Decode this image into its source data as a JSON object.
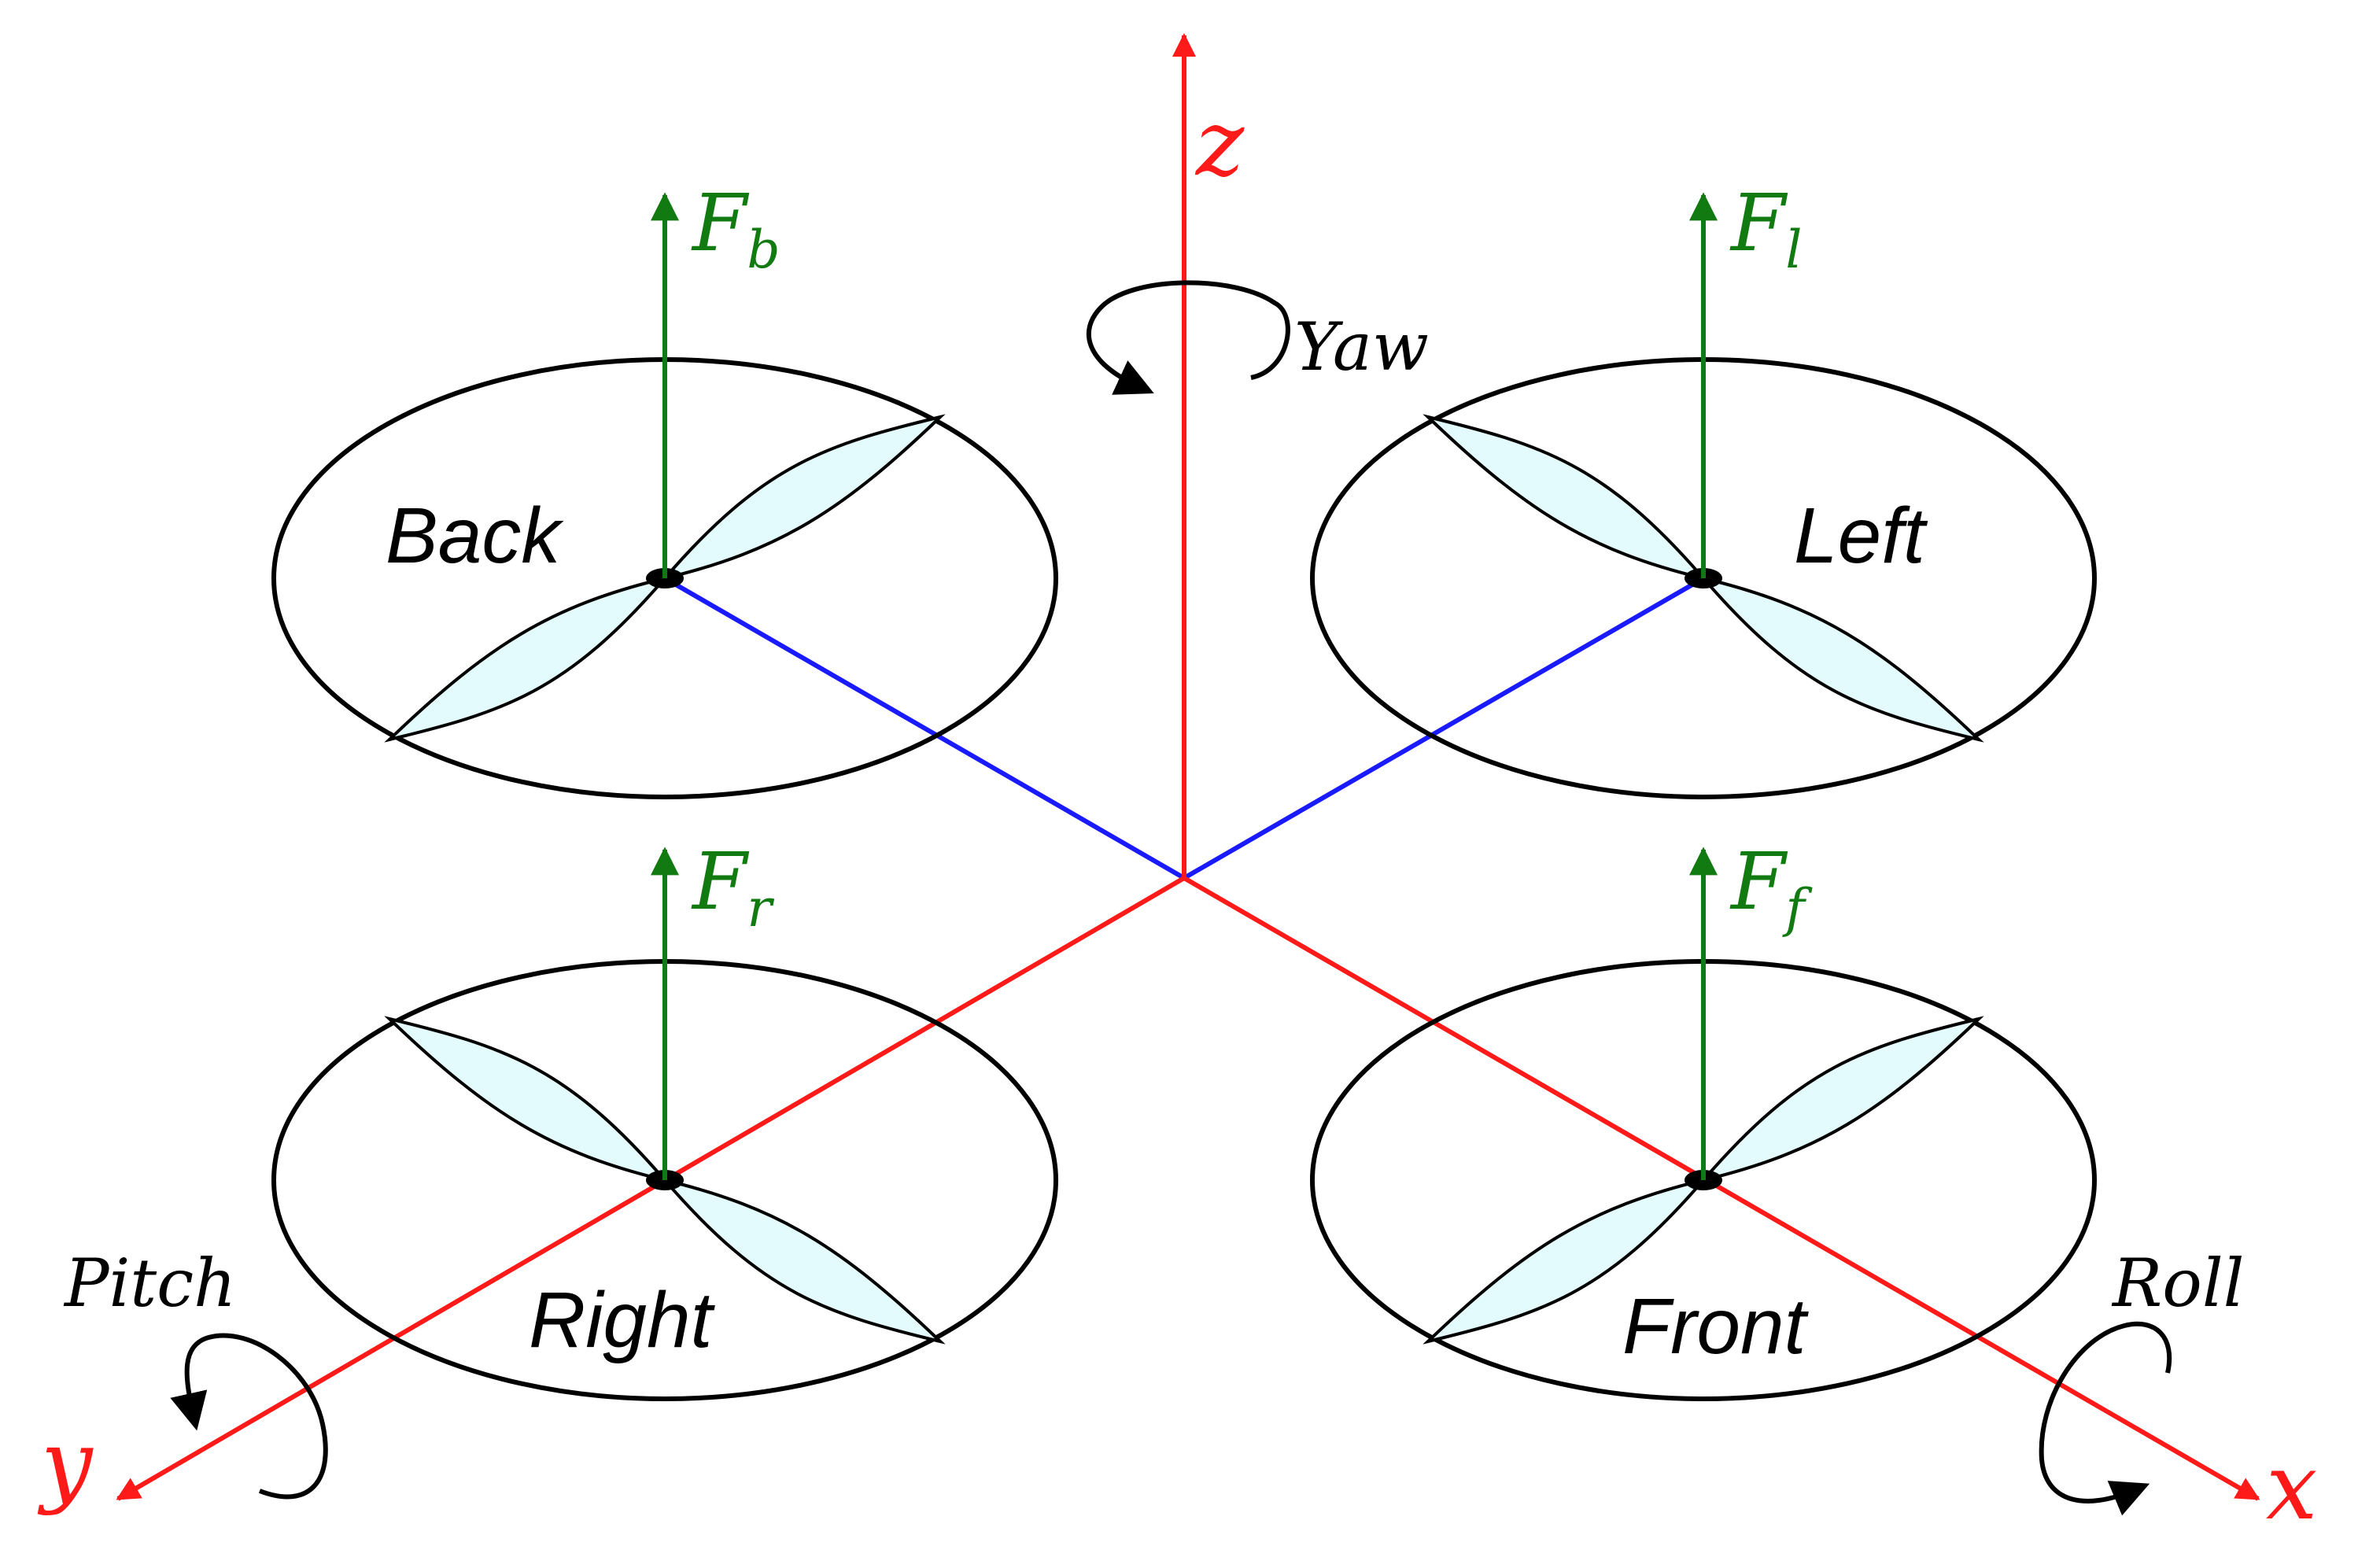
{
  "colors": {
    "axis": "#ff1a1a",
    "arm": "#1a1aff",
    "force": "#117a11",
    "blade_fill": "#e3fbfc",
    "outline": "#000000"
  },
  "axes": {
    "z": "z",
    "y": "y",
    "x": "x"
  },
  "motions": {
    "yaw": "Yaw",
    "pitch": "Pitch",
    "roll": "Roll"
  },
  "rotors": {
    "back": {
      "label": "Back",
      "force": "F",
      "force_sub": "b"
    },
    "left": {
      "label": "Left",
      "force": "F",
      "force_sub": "l"
    },
    "right": {
      "label": "Right",
      "force": "F",
      "force_sub": "r"
    },
    "front": {
      "label": "Front",
      "force": "F",
      "force_sub": "f"
    }
  }
}
